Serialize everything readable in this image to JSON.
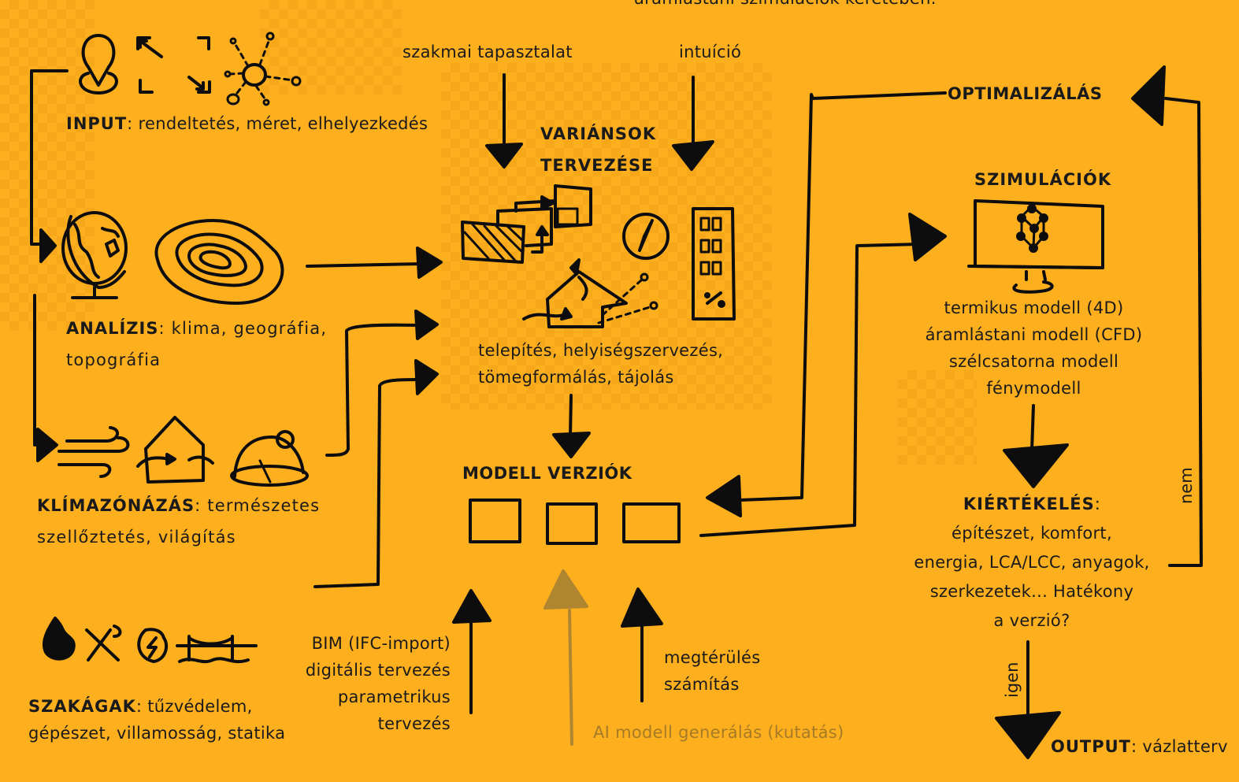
{
  "top_caption": "áramlástani szimulációk keretében.",
  "input": {
    "label": "INPUT",
    "text": ": rendeltetés, méret, elhelyezkedés",
    "icons": [
      "location-pin-icon",
      "expand-arrows-icon",
      "network-icon"
    ]
  },
  "analysis": {
    "label": "ANALÍZIS",
    "text_line1": ": klima, geográfia,",
    "text_line2": "topográfia",
    "icons": [
      "globe-icon",
      "topography-contour-icon"
    ]
  },
  "climate": {
    "label": "KLÍMAZÓNÁZÁS",
    "text_line1": ": természetes",
    "text_line2": "szellőztetés, világítás",
    "icons": [
      "wind-icon",
      "house-ventilation-icon",
      "sun-dome-icon"
    ]
  },
  "disciplines": {
    "label": "SZAKÁGAK",
    "text_line1": ": tűzvédelem,",
    "text_line2": "gépészet, villamosság, statika",
    "icons": [
      "fire-icon",
      "tools-icon",
      "electricity-icon",
      "bridge-icon"
    ]
  },
  "inputs_top": {
    "experience": "szakmai tapasztalat",
    "intuition": "intuíció"
  },
  "variants": {
    "title_line1": "VARIÁNSOK",
    "title_line2": "TERVEZÉSE",
    "text_line1": "telepítés, helyiségszervezés,",
    "text_line2": "tömegformálás, tájolás",
    "icons": [
      "layout-blocks-icon",
      "compass-icon",
      "house-orientation-icon",
      "building-facade-icon"
    ]
  },
  "model_versions": {
    "title": "MODELL VERZIÓK",
    "count": 3
  },
  "bim": {
    "lines": [
      "BIM (IFC-import)",
      "digitális tervezés",
      "parametrikus",
      "tervezés"
    ]
  },
  "ai": {
    "text": "AI modell generálás (kutatás)"
  },
  "roi": {
    "lines": [
      "megtérülés",
      "számítás"
    ]
  },
  "optimization": {
    "label": "OPTIMALIZÁLÁS"
  },
  "simulations": {
    "title": "SZIMULÁCIÓK",
    "lines": [
      "termikus modell (4D)",
      "áramlástani modell (CFD)",
      "szélcsatorna modell",
      "fénymodell"
    ],
    "icon": "monitor-3d-model-icon"
  },
  "evaluation": {
    "label": "KIÉRTÉKELÉS",
    "colon": ":",
    "lines": [
      "építészet, komfort,",
      "energia, LCA/LCC, anyagok,",
      "szerkezetek... Hatékony",
      "a verzió?"
    ]
  },
  "decision": {
    "no": "nem",
    "yes": "igen"
  },
  "output": {
    "label": "OUTPUT",
    "text": ": vázlatterv"
  },
  "colors": {
    "background": "#FDAF1E",
    "ink": "#0d0d0d",
    "faint": "#b08530"
  }
}
